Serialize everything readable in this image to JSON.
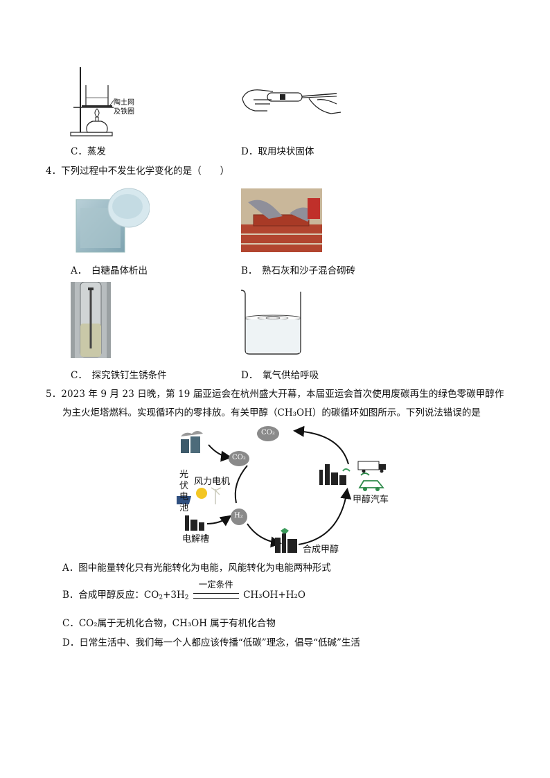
{
  "q3": {
    "apparatus_label_line1": "陶土网",
    "apparatus_label_line2": "及铁圈",
    "option_c": "C．蒸发",
    "option_d": "D．取用块状固体"
  },
  "q4": {
    "stem": "4．下列过程中不发生化学变化的是（　　）",
    "option_a": "A．　白糖晶体析出",
    "option_b": "B．　熟石灰和沙子混合砌砖",
    "option_c": "C．　探究铁钉生锈条件",
    "option_d": "D．　氧气供给呼吸"
  },
  "q5": {
    "stem_line1": "5．2023 年 9 月 23 日晚，第 19 届亚运会在杭州盛大开幕，本届亚运会首次使用废碳再生的绿色零碳甲醇作",
    "stem_line2": "为主火炬塔燃料。实现循环内的零排放。有关甲醇（CH₃OH）的碳循环如图所示。下列说法错误的是",
    "diagram": {
      "co2_top": "CO₂",
      "co2_left": "CO₂",
      "h2": "H₂",
      "pv_char1": "光",
      "pv_char2": "伏",
      "pv_char3": "电",
      "pv_char4": "池",
      "wind_label": "风力电机",
      "electrolyzer": "电解槽",
      "synthesis": "合成甲醇",
      "methanol_car": "甲醇汽车"
    },
    "option_a": "A．图中能量转化只有光能转化为电能，风能转化为电能两种形式",
    "option_b_prefix": "B．合成甲醇反应：CO",
    "option_b_condition": "一定条件",
    "option_b_product": "CH₃OH+H₂O",
    "option_c": "C．CO₂属于无机化合物，CH₃OH 属于有机化合物",
    "option_d": "D．日常生活中、我们每一个人都应该传播“低碳”理念，倡导“低碱”生活"
  },
  "colors": {
    "text": "#111111",
    "arrow": "#111111",
    "bubble": "#8a8a8a"
  }
}
